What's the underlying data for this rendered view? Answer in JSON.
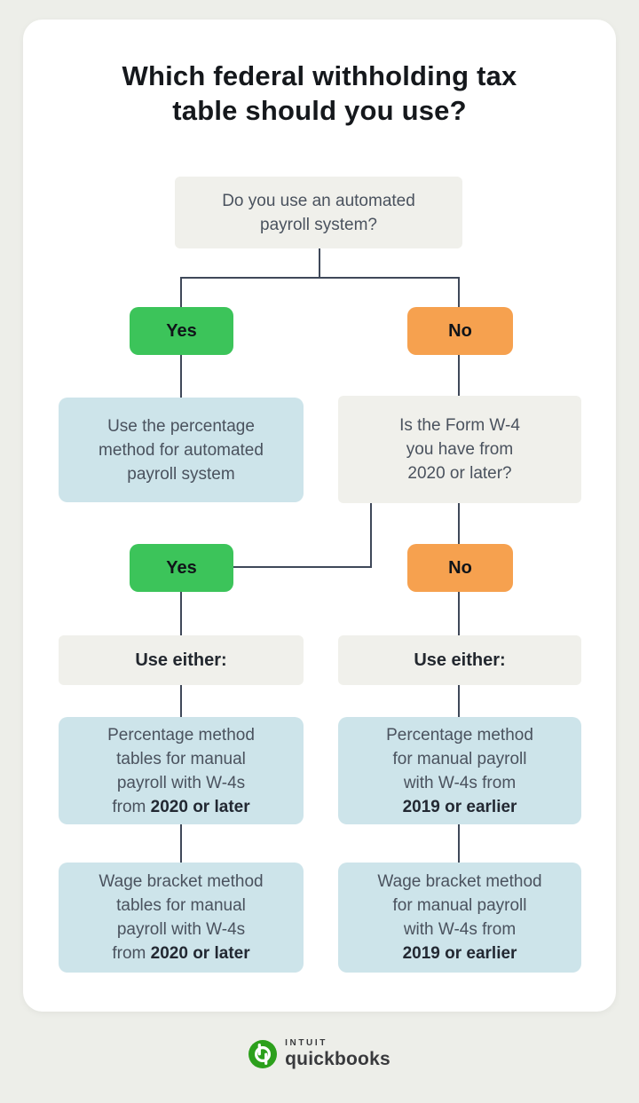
{
  "page": {
    "title_lines": [
      "Which federal withholding tax",
      "table should you use?"
    ]
  },
  "flow": {
    "q1_lines": [
      "Do you use an automated",
      "payroll system?"
    ],
    "yes1": "Yes",
    "no1": "No",
    "auto_lines": [
      "Use the percentage",
      "method for automated",
      "payroll system"
    ],
    "w4_lines": [
      "Is the Form W-4",
      "you have from",
      "2020 or later?"
    ],
    "yes2": "Yes",
    "no2": "No",
    "either_left": "Use either:",
    "either_right": "Use either:",
    "pm_left": {
      "l1": "Percentage method",
      "l2": "tables for manual",
      "l3": "payroll with W-4s",
      "l4_pre": "from",
      "l4_bold": "2020 or later"
    },
    "pm_right": {
      "l1": "Percentage method",
      "l2": "for manual payroll",
      "l3": "with W-4s from",
      "l4_pre": "",
      "l4_bold": "2019 or earlier"
    },
    "wb_left": {
      "l1": "Wage bracket method",
      "l2": "tables for manual",
      "l3": "payroll with W-4s",
      "l4_pre": "from",
      "l4_bold": "2020 or later"
    },
    "wb_right": {
      "l1": "Wage bracket method",
      "l2": "for manual payroll",
      "l3": "with W-4s from",
      "l4_pre": "",
      "l4_bold": "2019 or earlier"
    }
  },
  "footer": {
    "intuit": "INTUIT",
    "quickbooks": "quickbooks"
  },
  "colors": {
    "background": "#edeee9",
    "card": "#ffffff",
    "gray_box": "#f0f0eb",
    "blue_box": "#cde4ea",
    "yes_green": "#3cc45a",
    "no_orange": "#f6a14f",
    "connector": "#3f4859",
    "qb_logo_green": "#2ca01c",
    "title_text": "#15181c",
    "body_text": "#4a525e"
  }
}
